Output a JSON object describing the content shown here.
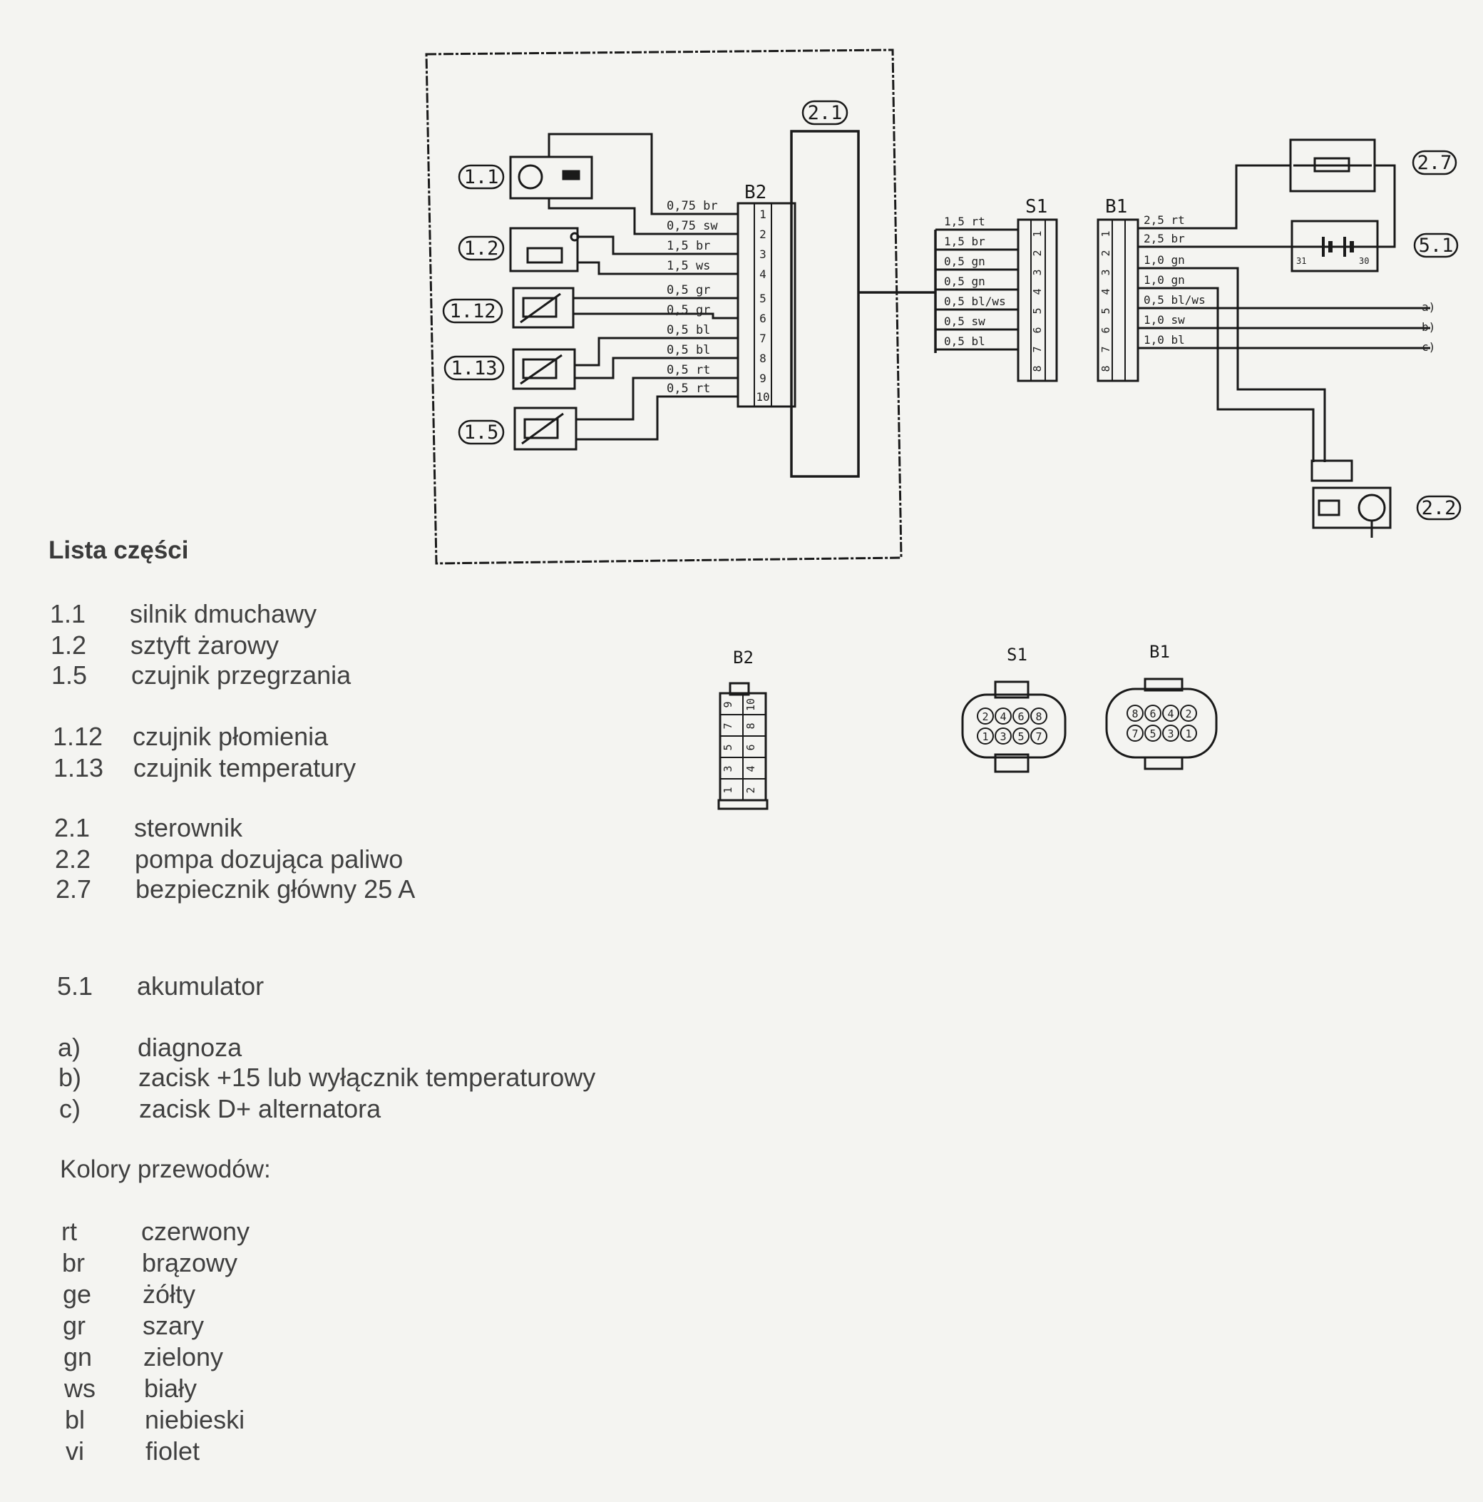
{
  "diagram": {
    "connectors": {
      "b2": "B2",
      "s1": "S1",
      "b1": "B1"
    },
    "components": {
      "c1_1": "1.1",
      "c1_2": "1.2",
      "c1_12": "1.12",
      "c1_13": "1.13",
      "c1_5": "1.5",
      "c2_1": "2.1",
      "c2_7": "2.7",
      "c5_1": "5.1",
      "c2_2": "2.2"
    },
    "b2_wires": [
      "0,75 br",
      "0,75 sw",
      "1,5 br",
      "1,5 ws",
      "0,5 gr",
      "0,5 gr",
      "0,5 bl",
      "0,5 bl",
      "0,5 rt",
      "0,5 rt"
    ],
    "b2_pins": [
      "1",
      "2",
      "3",
      "4",
      "5",
      "6",
      "7",
      "8",
      "9",
      "10"
    ],
    "s1_wires": [
      "1,5 rt",
      "1,5 br",
      "0,5 gn",
      "0,5 gn",
      "0,5 bl/ws",
      "0,5 sw",
      "0,5 bl"
    ],
    "s1_pins": [
      "1",
      "2",
      "3",
      "4",
      "5",
      "6",
      "7",
      "8"
    ],
    "b1_wires": [
      "2,5 rt",
      "2,5 br",
      "1,0 gn",
      "1,0 gn",
      "0,5 bl/ws",
      "1,0 sw",
      "1,0 bl"
    ],
    "b1_pins": [
      "1",
      "2",
      "3",
      "4",
      "5",
      "6",
      "7",
      "8"
    ],
    "outputs": [
      "a)",
      "b)",
      "c)"
    ],
    "battery_terms": [
      "31",
      "30"
    ],
    "views": {
      "b2_pins": [
        "9",
        "10",
        "7",
        "8",
        "5",
        "6",
        "3",
        "4",
        "1",
        "2"
      ],
      "s1_top": [
        "2",
        "4",
        "6",
        "8"
      ],
      "s1_bottom": [
        "1",
        "3",
        "5",
        "7"
      ],
      "b1_top": [
        "8",
        "6",
        "4",
        "2"
      ],
      "b1_bottom": [
        "7",
        "5",
        "3",
        "1"
      ]
    }
  },
  "parts_list": {
    "title": "Lista części",
    "parts": [
      {
        "code": "1.1",
        "name": "silnik dmuchawy"
      },
      {
        "code": "1.2",
        "name": "sztyft żarowy"
      },
      {
        "code": "1.5",
        "name": "czujnik przegrzania"
      },
      {
        "code": "1.12",
        "name": "czujnik płomienia"
      },
      {
        "code": "1.13",
        "name": "czujnik temperatury"
      },
      {
        "code": "2.1",
        "name": "sterownik"
      },
      {
        "code": "2.2",
        "name": "pompa dozująca paliwo"
      },
      {
        "code": "2.7",
        "name": "bezpiecznik główny 25 A"
      },
      {
        "code": "5.1",
        "name": "akumulator"
      },
      {
        "code": "a)",
        "name": "diagnoza"
      },
      {
        "code": "b)",
        "name": "zacisk +15 lub wyłącznik temperaturowy"
      },
      {
        "code": "c)",
        "name": "zacisk D+ alternatora"
      }
    ],
    "colors_title": "Kolory przewodów:",
    "colors": [
      {
        "code": "rt",
        "name": "czerwony"
      },
      {
        "code": "br",
        "name": "brązowy"
      },
      {
        "code": "ge",
        "name": "żółty"
      },
      {
        "code": "gr",
        "name": "szary"
      },
      {
        "code": "gn",
        "name": "zielony"
      },
      {
        "code": "ws",
        "name": "biały"
      },
      {
        "code": "bl",
        "name": "niebieski"
      },
      {
        "code": "vi",
        "name": "fiolet"
      }
    ]
  }
}
